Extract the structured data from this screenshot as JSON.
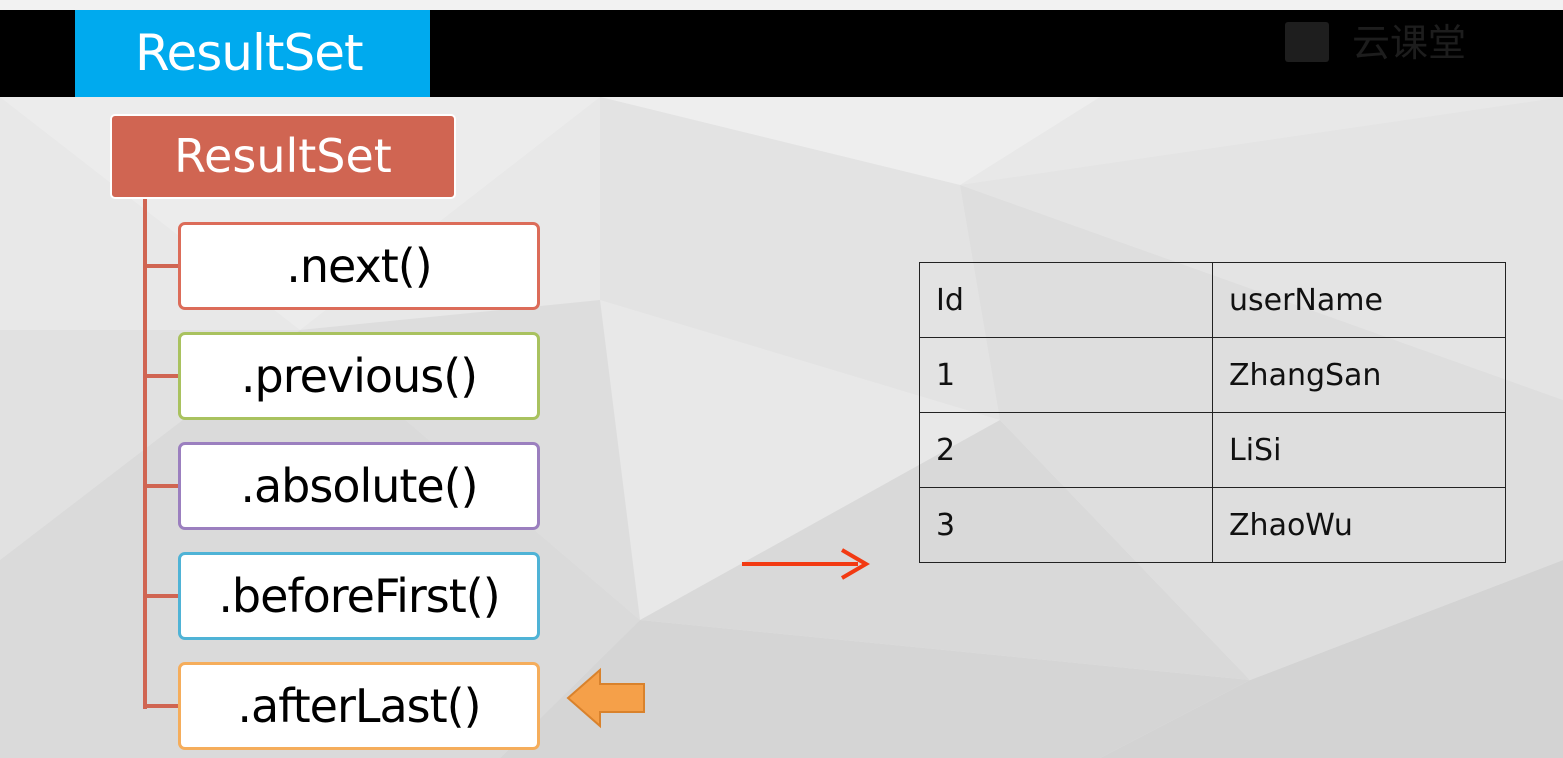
{
  "header": {
    "title": "ResultSet",
    "watermark_text": "云课堂"
  },
  "tree": {
    "root_label": "ResultSet",
    "methods": [
      {
        "label": ".next()",
        "color": "#dc6c59"
      },
      {
        "label": ".previous()",
        "color": "#a9c25f"
      },
      {
        "label": ".absolute()",
        "color": "#9b7fbf"
      },
      {
        "label": ".beforeFirst()",
        "color": "#4fb3d6"
      },
      {
        "label": ".afterLast()",
        "color": "#f5ad5b"
      }
    ],
    "cursor_indicator": {
      "points_to": ".afterLast()",
      "icon": "left-arrow-icon",
      "color": "#f29a3c"
    }
  },
  "table": {
    "headers": [
      "Id",
      "userName"
    ],
    "rows": [
      [
        "1",
        "ZhangSan"
      ],
      [
        "2",
        "LiSi"
      ],
      [
        "3",
        "ZhaoWu"
      ]
    ]
  },
  "pointer": {
    "icon": "right-arrow-icon",
    "color": "#f23a12"
  },
  "colors": {
    "title_tab": "#00aaee",
    "title_bar": "#000000",
    "root_box": "#d06552",
    "tree_line": "#d06552"
  }
}
